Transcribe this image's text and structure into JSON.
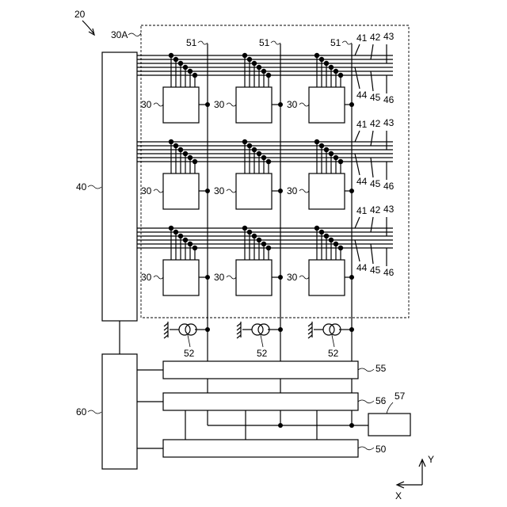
{
  "figure_ref": "20",
  "array_label": "30A",
  "block_40": "40",
  "block_60": "60",
  "pixel_label": "30",
  "column_line_label": "51",
  "row_line_labels_top": [
    "41",
    "42",
    "43"
  ],
  "row_line_labels_bottom": [
    "44",
    "45",
    "46"
  ],
  "current_source_label": "52",
  "bar_55": "55",
  "bar_56": "56",
  "bar_50": "50",
  "block_57": "57",
  "axis": {
    "y": "Y",
    "x": "X"
  }
}
